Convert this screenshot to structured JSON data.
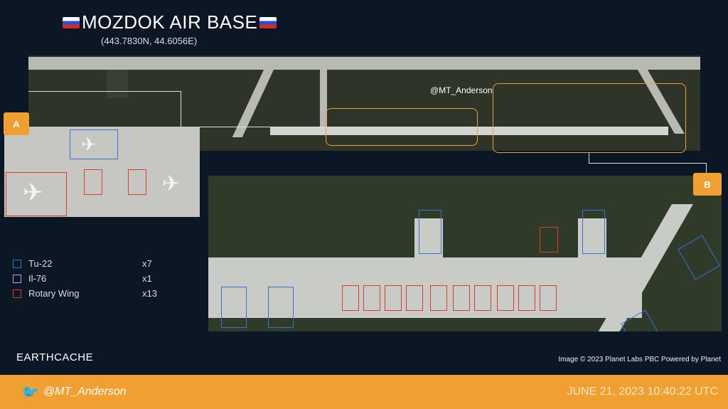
{
  "header": {
    "title": "MOZDOK AIR BASE",
    "coordinates": "(443.7830N, 44.6056E)"
  },
  "watermark": "@MT_Anderson",
  "insets": [
    {
      "label": "A"
    },
    {
      "label": "B"
    }
  ],
  "legend": [
    {
      "name": "Tu-22",
      "count": "x7",
      "color": "#3a6fd8"
    },
    {
      "name": "Il-76",
      "count": "x1",
      "color": "#c9a0d8"
    },
    {
      "name": "Rotary Wing",
      "count": "x13",
      "color": "#e03a2a"
    }
  ],
  "logo": {
    "text": "EARTHCACHE"
  },
  "credit": "Image © 2023 Planet Labs PBC Powered by Planet",
  "footer": {
    "handle": "@MT_Anderson",
    "timestamp": "JUNE 21, 2023 10:40:22 UTC"
  },
  "colors": {
    "accent": "#f0a030",
    "background": "#0c1726"
  }
}
